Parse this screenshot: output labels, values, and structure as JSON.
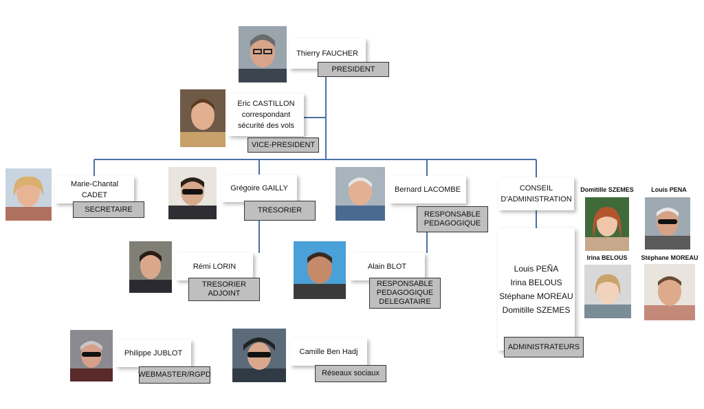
{
  "colors": {
    "connector": "#4a6fa5",
    "role_fill": "#bfbfbf",
    "role_border": "#333333"
  },
  "members": {
    "president": {
      "name": "Thierry FAUCHER",
      "role": [
        "PRESIDENT"
      ]
    },
    "vice_president": {
      "name_lines": [
        "Eric CASTILLON",
        "correspondant",
        "sécurité des vols"
      ],
      "role": [
        "VICE-PRESIDENT"
      ]
    },
    "secretaire": {
      "name": "Marie-Chantal CADET",
      "role": [
        "SECRETAIRE"
      ]
    },
    "tresorier": {
      "name": "Grégoire GAILLY",
      "role": [
        "TRESORIER"
      ]
    },
    "resp_pedagogique": {
      "name": "Bernard LACOMBE",
      "role": [
        "RESPONSABLE",
        "PEDAGOGIQUE"
      ]
    },
    "tresorier_adjoint": {
      "name": "Rémi LORIN",
      "role": [
        "TRESORIER",
        "ADJOINT"
      ]
    },
    "resp_ped_delegataire": {
      "name": "Alain BLOT",
      "role": [
        "RESPONSABLE",
        "PEDAGOGIQUE",
        "DELEGATAIRE"
      ]
    },
    "webmaster": {
      "name": "Philippe JUBLOT",
      "role": [
        "WEBMASTER/RGPD"
      ]
    },
    "reseaux": {
      "name": "Camille Ben Hadj",
      "role": [
        "Réseaux sociaux"
      ]
    }
  },
  "conseil": {
    "title_lines": [
      "CONSEIL",
      "D'ADMINISTRATION"
    ],
    "members": [
      "Louis PEÑA",
      "Irina BELOUS",
      "Stéphane MOREAU",
      "Domitille SZEMES"
    ],
    "role": "ADMINISTRATEURS"
  },
  "admin_photos": {
    "domitille": "Domitille SZEMES",
    "louis": "Louis PENA",
    "irina": "Irina BELOUS",
    "stephane": "Stéphane MOREAU"
  }
}
